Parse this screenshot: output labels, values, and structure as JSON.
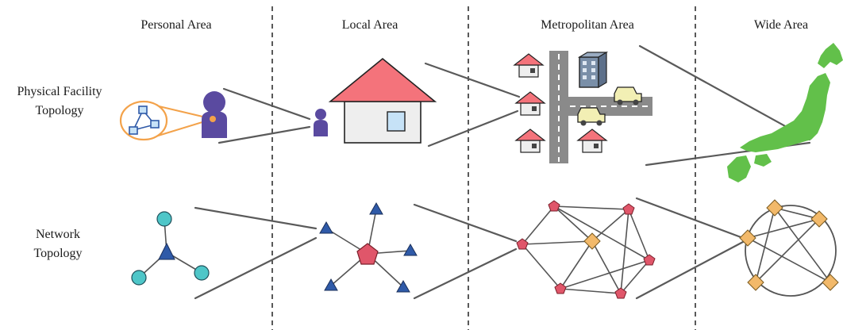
{
  "columns": [
    {
      "id": "personal",
      "label": "Personal Area"
    },
    {
      "id": "local",
      "label": "Local Area"
    },
    {
      "id": "metro",
      "label": "Metropolitan Area"
    },
    {
      "id": "wide",
      "label": "Wide Area"
    }
  ],
  "rows": [
    {
      "id": "physical",
      "line1": "Physical Facility",
      "line2": "Topology"
    },
    {
      "id": "network",
      "line1": "Network",
      "line2": "Topology"
    }
  ],
  "colors": {
    "person": "#5a4aa0",
    "house_roof": "#f4737b",
    "house_wall": "#eeeeee",
    "house_window": "#c6e2f7",
    "road": "#8a8a8a",
    "car": "#f2efb4",
    "japan": "#62c04a",
    "cyan_node": "#4ec6c8",
    "triangle_node": "#2f5aa8",
    "pentagon_node": "#e0566a",
    "diamond_node": "#f2b96a",
    "bubble_ring": "#f3a24a",
    "connector": "#555555"
  }
}
